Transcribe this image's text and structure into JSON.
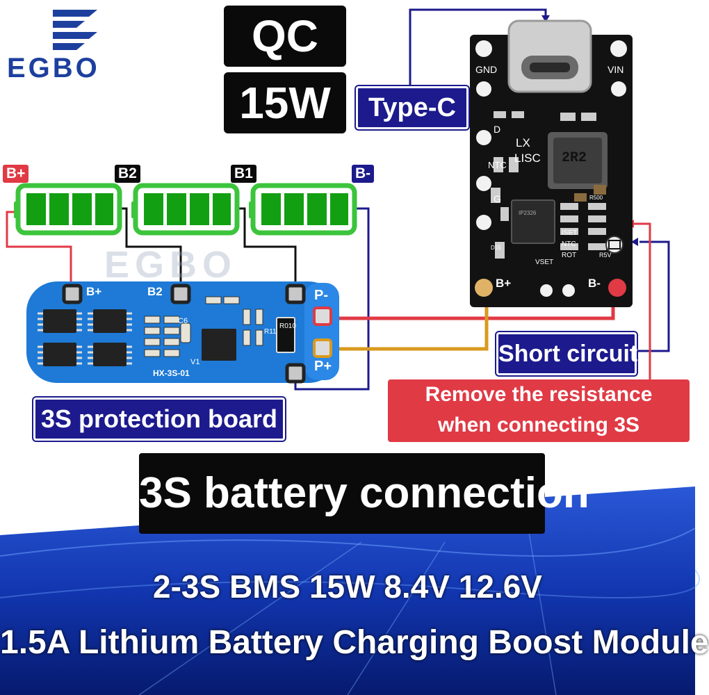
{
  "brand": {
    "name": "EGBO",
    "watermark": "EGBO"
  },
  "badges": {
    "qc": "QC",
    "power": "15W",
    "typec": "Type-C"
  },
  "battery_labels": {
    "bplus": "B+",
    "b2": "B2",
    "b1": "B1",
    "bminus": "B-"
  },
  "protection_board": {
    "pads": {
      "bplus": "B+",
      "b2": "B2",
      "pminus": "P-",
      "pplus": "P+"
    },
    "silk": {
      "model": "HX-3S-01",
      "c6": "C6",
      "v1": "V1",
      "r11": "R11",
      "r010": "R010"
    },
    "caption": "3S protection board"
  },
  "charger_module": {
    "pins": {
      "gnd": "GND",
      "vin": "VIN",
      "d": "D",
      "ntc": "NTC",
      "g": "G",
      "bplus": "B+",
      "bminus": "B-"
    },
    "silk": {
      "lx": "LX",
      "lisc": "LISC",
      "inductor": "2R2",
      "vset": "VSET",
      "ntc": "NTC",
      "rot": "ROT",
      "isft": "ISET",
      "r500": "R500",
      "r5v": "R5V",
      "d15": "D15",
      "chip": "IP2326"
    }
  },
  "annotations": {
    "short_circuit": "Short circuit",
    "remove_resistance_line1": "Remove the resistance",
    "remove_resistance_line2": "when connecting 3S"
  },
  "title": "3S battery connection",
  "footer": {
    "line1": "2-3S BMS 15W 8.4V 12.6V",
    "line2": "1.5A Lithium Battery Charging Boost Module"
  },
  "colors": {
    "battery_green": "#3cc43c",
    "battery_fill": "#12a012",
    "navy": "#1c1a8c",
    "red_wire": "#e03a45",
    "orange_wire": "#d99a1e",
    "pcb_blue": "#1e7ad6",
    "brand_blue": "#1d3f9e"
  }
}
